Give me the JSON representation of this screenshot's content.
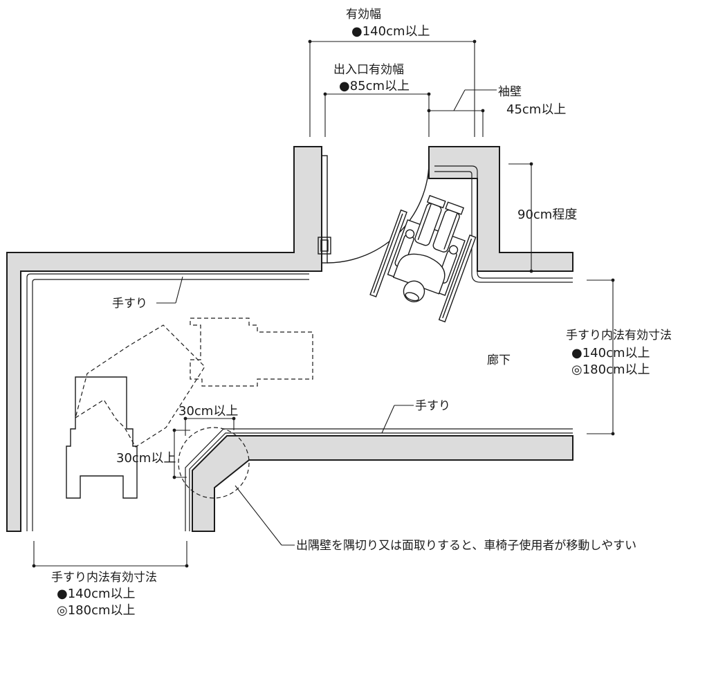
{
  "labels": {
    "entrance_total_title": "有効幅",
    "entrance_total_value": "●140cm以上",
    "door_title": "出入口有効幅",
    "door_value": "●85cm以上",
    "sleeve_wall_title": "袖壁",
    "sleeve_wall_value": "45cm以上",
    "rail_height": "90cm程度",
    "handrail_upper": "手すり",
    "handrail_lower": "手すり",
    "corridor": "廊下",
    "right_width_title": "手すり内法有効寸法",
    "right_width_value1": "●140cm以上",
    "right_width_value2": "◎180cm以上",
    "chamfer_h": "30cm以上",
    "chamfer_v": "30cm以上",
    "corner_note": "出隅壁を隅切り又は面取りすると、車椅子使用者が移動しやすい",
    "bottom_width_title": "手すり内法有効寸法",
    "bottom_width_value1": "●140cm以上",
    "bottom_width_value2": "◎180cm以上"
  }
}
